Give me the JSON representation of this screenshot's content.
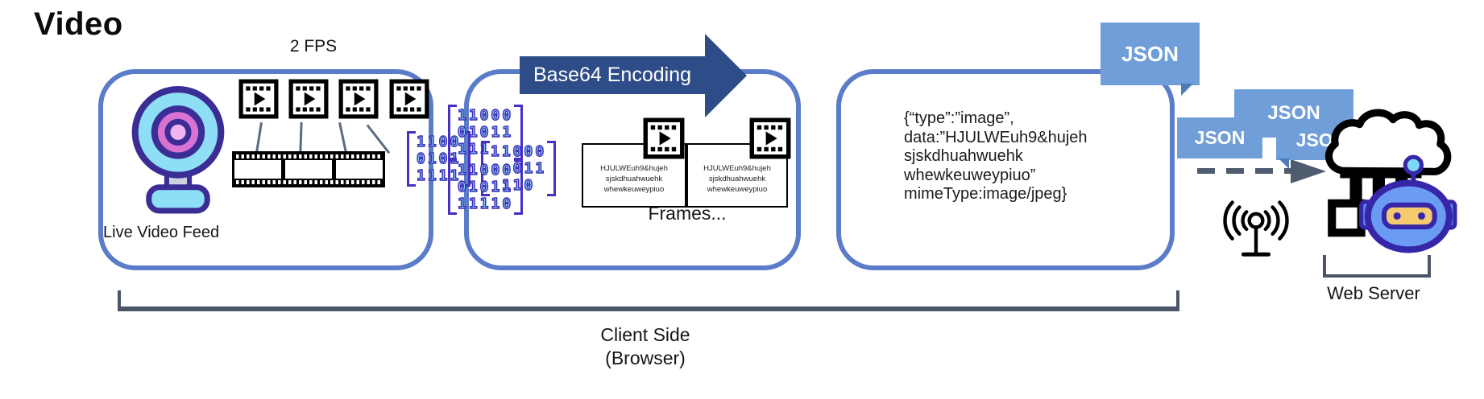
{
  "title": "Video",
  "colors": {
    "box_border": "#5b7cc9",
    "encode_arrow": "#2e4c87",
    "json_badge": "#6f9ed9",
    "binary_digit_fill": "#7fd2f5",
    "binary_digit_stroke": "#3d2db5",
    "bracket": "#4a5568",
    "dashed_arrow": "#4f5b6e"
  },
  "capture": {
    "fps_label": "2 FPS",
    "feed_label": "Live Video Feed",
    "binary_groups": [
      {
        "rows": [
          "1100",
          "0101",
          "1111"
        ]
      },
      {
        "rows": [
          "11000",
          "01011",
          "111"
        ]
      },
      {
        "rows": [
          "11000",
          "  011",
          " 110"
        ]
      },
      {
        "rows": [
          "11000",
          "01011",
          "11110"
        ]
      }
    ]
  },
  "encoding": {
    "arrow_label": "Base64 Encoding",
    "card_lines": [
      "HJULWEuh9&hujeh",
      "sjskdhuahwuehk",
      "whewkeuweypiuo"
    ],
    "frames_label": "Frames..."
  },
  "payload": {
    "lines": [
      "{“type”:”image”,",
      "data:”HJULWEuh9&hujeh",
      "sjskdhuahwuehk",
      "whewkeuweypiuo”",
      "mimeType:image/jpeg}"
    ]
  },
  "badges": {
    "top": "JSON",
    "mid": "JSON",
    "left": "JSON",
    "right": "JSON"
  },
  "server": {
    "label": "Web Server"
  },
  "footer": {
    "line1": "Client Side",
    "line2": "(Browser)"
  },
  "icons": [
    "webcam-icon",
    "film-frame-icon",
    "film-strip-icon",
    "antenna-icon",
    "cloud-server-robot-icon"
  ]
}
